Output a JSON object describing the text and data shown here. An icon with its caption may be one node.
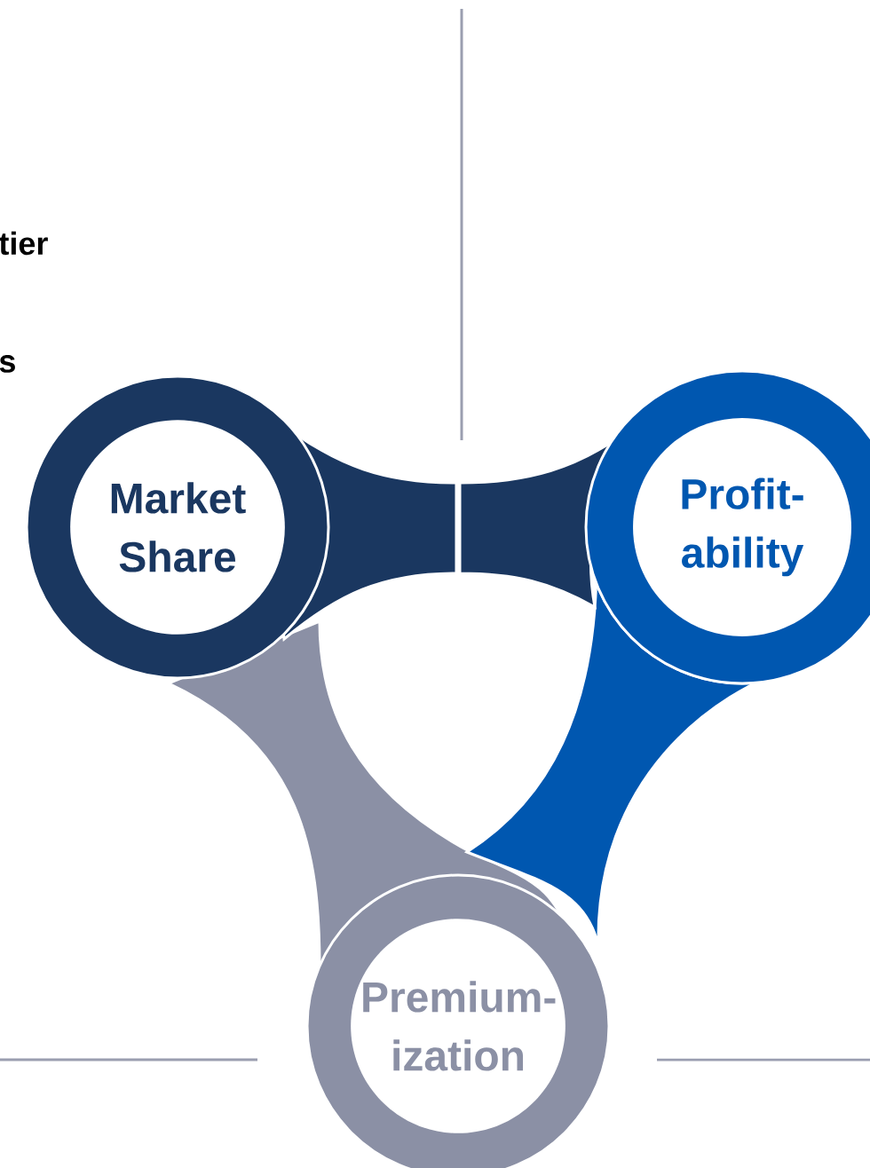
{
  "diagram": {
    "nodes": [
      {
        "text": [
          "Market Share"
        ]
      },
      {
        "text": [
          "Profit- ability"
        ]
      },
      {
        "text": [
          "Premium- ization"
        ]
      }
    ],
    "labels": [
      "tier",
      "s"
    ]
  }
}
